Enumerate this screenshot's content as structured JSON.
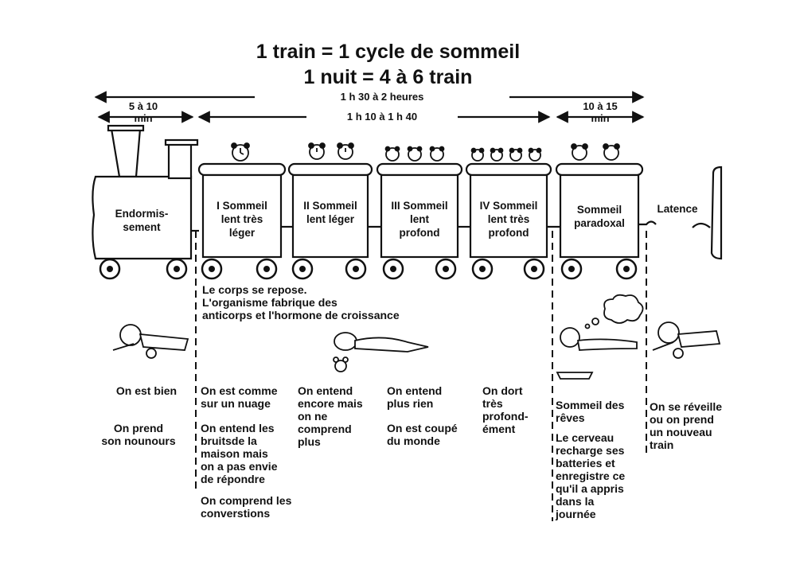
{
  "title": {
    "line1": "1 train = 1 cycle de sommeil",
    "line2": "1 nuit = 4 à 6 train"
  },
  "durations": {
    "cycle": "1 h 30 à 2 heures",
    "sleep": "1 h 10 à 1 h 40",
    "onset_min": "5 à 10",
    "onset_unit": "min",
    "paradoxal_min": "10 à 15",
    "paradoxal_unit": "min"
  },
  "train": {
    "locomotive": "Endormis-\nsement",
    "cars": [
      {
        "label": "I Sommeil\nlent très\nléger"
      },
      {
        "label": "II Sommeil\nlent léger"
      },
      {
        "label": "III Sommeil\nlent\nprofond"
      },
      {
        "label": "IV Sommeil\nlent très\nprofond"
      },
      {
        "label": "Sommeil\nparadoxal"
      }
    ],
    "latency": "Latence"
  },
  "body_note": "Le corps se repose.\nL'organisme fabrique des\nanticorps et l'hormone de croissance",
  "stages": {
    "onset": [
      "On est bien",
      "On prend\nson nounours"
    ],
    "stage1": [
      "On est comme\nsur un nuage",
      "On entend les\nbruitsde la\nmaison mais\non a pas envie\nde répondre",
      "On comprend les\nconverstions"
    ],
    "stage2": [
      "On entend\nencore mais\non ne\ncomprend\nplus"
    ],
    "stage3": [
      "On entend\nplus rien",
      "On est coupé\ndu monde"
    ],
    "stage4": [
      "On dort\ntrès\nprofond-\nément"
    ],
    "paradoxal": [
      "Sommeil des\nrêves",
      "Le cerveau\nrecharge ses\nbatteries et\nenregistre ce\nqu'il a appris\ndans la\njournée"
    ],
    "wake": [
      "On se réveille\nou on prend\nun nouveau\ntrain"
    ]
  }
}
